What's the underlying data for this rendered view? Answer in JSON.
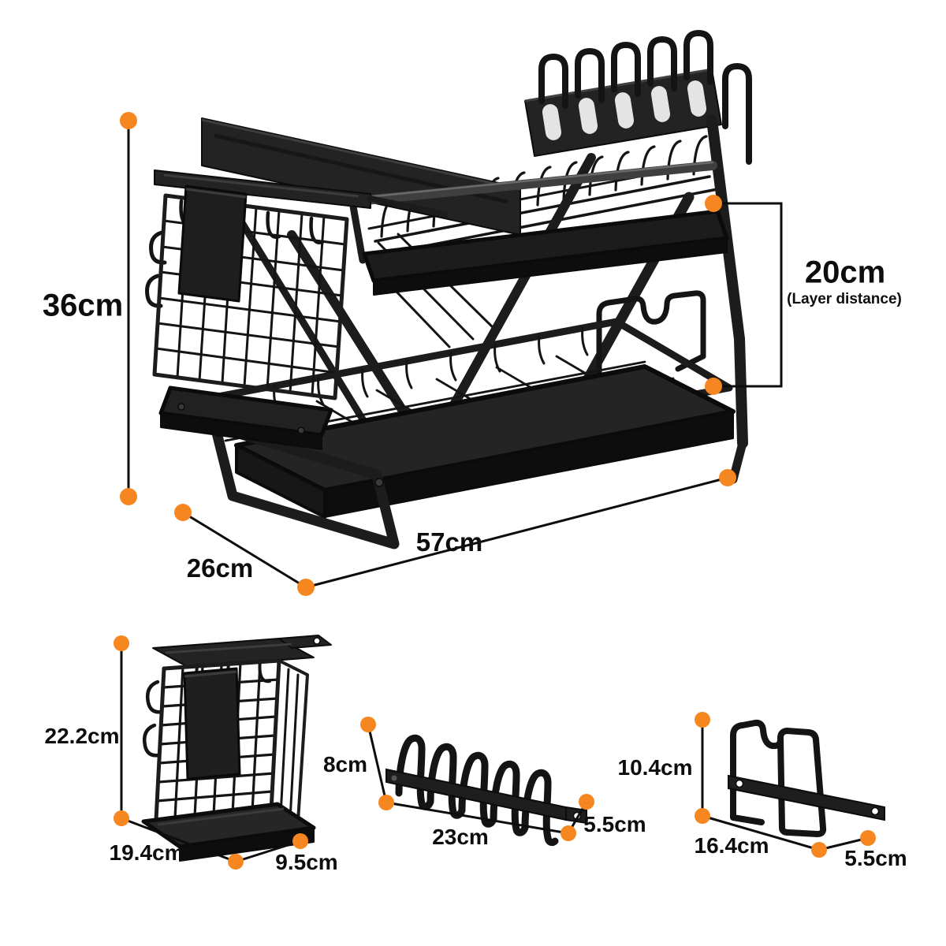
{
  "colors": {
    "accent": "#F6861F",
    "ink": "#0D0D0D",
    "product": "#1A1A1A",
    "background": "#FFFFFF"
  },
  "main_diagram": {
    "height": {
      "label": "36cm"
    },
    "layer_distance": {
      "label": "20cm",
      "sublabel": "(Layer distance)"
    },
    "depth": {
      "label": "26cm"
    },
    "width": {
      "label": "57cm"
    }
  },
  "accessories": {
    "utensil_holder": {
      "height": "22.2cm",
      "depth": "19.4cm",
      "width": "9.5cm"
    },
    "dish_holder": {
      "height": "8cm",
      "width": "23cm",
      "depth": "5.5cm"
    },
    "cutting_board_holder": {
      "height": "10.4cm",
      "width": "16.4cm",
      "depth": "5.5cm"
    }
  }
}
